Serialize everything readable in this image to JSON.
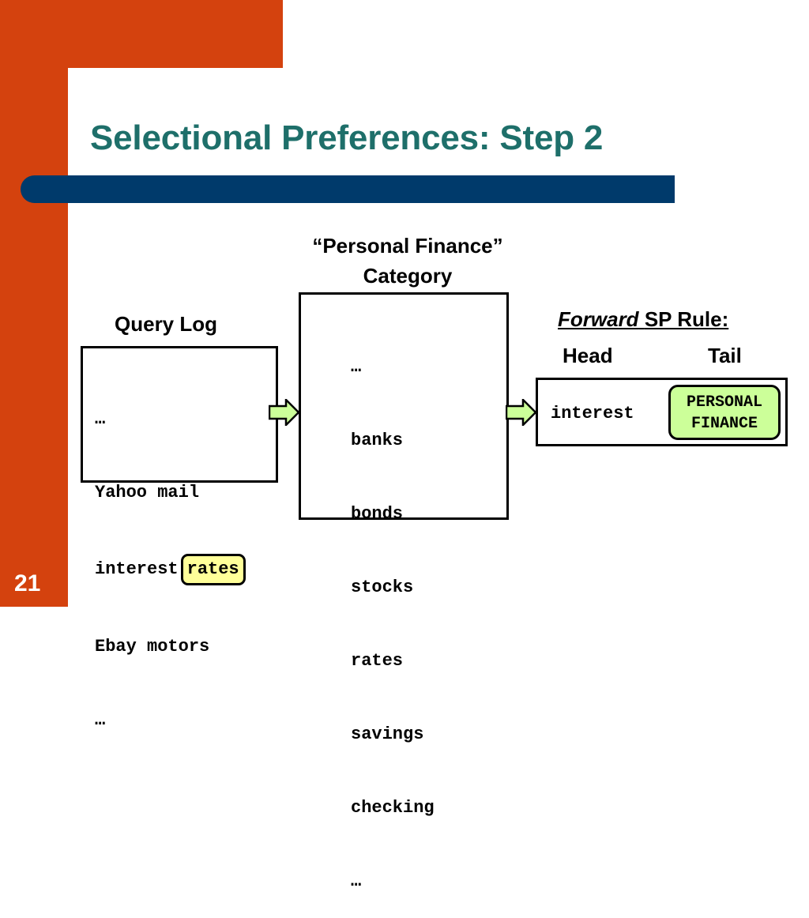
{
  "slide": {
    "title": "Selectional Preferences: Step 2",
    "number": "21",
    "colors": {
      "accent_orange": "#d4420e",
      "title_teal": "#1e6f6a",
      "bar_navy": "#003a6b",
      "highlight_yellow": "#ffff99",
      "highlight_green": "#ccff99"
    }
  },
  "query_log": {
    "heading": "Query Log",
    "line_1": "…",
    "line_2": "Yahoo mail",
    "line_3_prefix": "interest",
    "line_3_highlight": "rates",
    "line_4": "Ebay motors",
    "line_5": "…"
  },
  "category": {
    "heading_line_1": "“Personal Finance”",
    "heading_line_2": "Category",
    "items": [
      "…",
      "banks",
      "bonds",
      "stocks",
      "rates",
      "savings",
      "checking",
      "…"
    ]
  },
  "rule": {
    "heading_italic": "Forward",
    "heading_rest": "SP Rule:",
    "head_label": "Head",
    "tail_label": "Tail",
    "head_value": "interest",
    "tail_value_line_1": "PERSONAL",
    "tail_value_line_2": "FINANCE"
  }
}
